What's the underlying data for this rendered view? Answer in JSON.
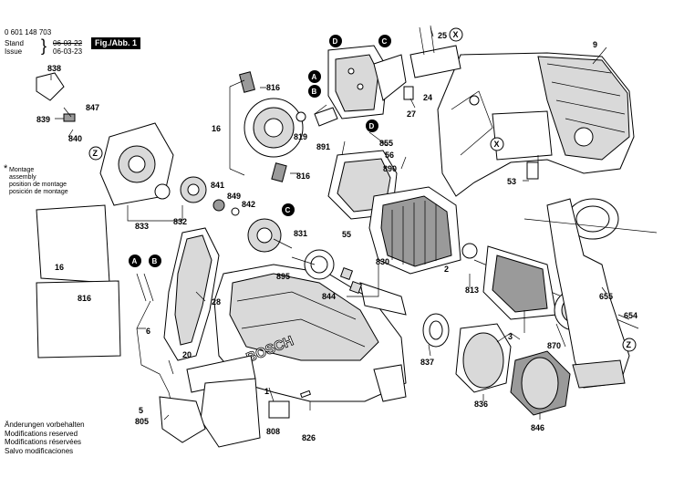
{
  "header": {
    "doc_number": "0 601 148 703",
    "stand_label": "Stand",
    "stand_date": "06-03-22",
    "issue_label": "Issue",
    "issue_date": "06-03-23",
    "figure": "Fig./Abb. 1"
  },
  "legend": {
    "symbol": "*",
    "lines": [
      "Montage",
      "assembly",
      "position de montage",
      "posición de montage"
    ]
  },
  "notes": [
    "Änderungen vorbehalten",
    "Modifications reserved",
    "Modifications réservées",
    "Salvo modificaciones"
  ],
  "brand": "BOSCH",
  "callout_letters": [
    "A",
    "B",
    "C",
    "D",
    "X",
    "Z"
  ],
  "part_numbers": [
    "838",
    "847",
    "839",
    "840",
    "816",
    "819",
    "891",
    "855",
    "841",
    "849",
    "842",
    "832",
    "833",
    "831",
    "895",
    "830",
    "844",
    "813",
    "870",
    "2",
    "55",
    "56",
    "890",
    "53",
    "24",
    "27",
    "25",
    "9",
    "28",
    "6",
    "20",
    "5",
    "805",
    "1",
    "808",
    "826",
    "836",
    "837",
    "846",
    "3",
    "655",
    "654",
    "816",
    "816",
    "16",
    "16"
  ]
}
